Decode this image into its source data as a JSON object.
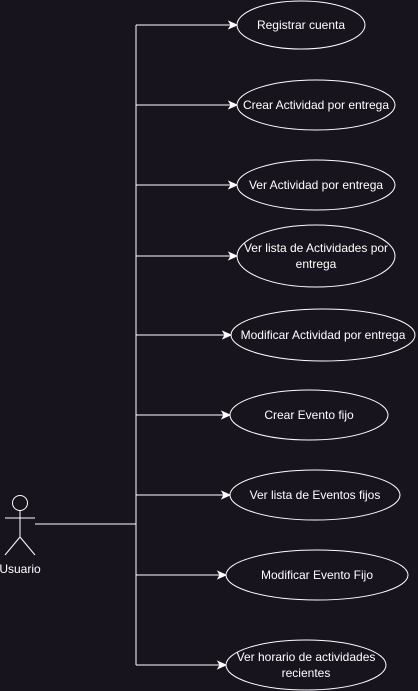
{
  "diagram": {
    "actor": {
      "label": "Usuario"
    },
    "use_cases": [
      {
        "lines": [
          "Registrar cuenta"
        ]
      },
      {
        "lines": [
          "Crear Actividad por entrega"
        ]
      },
      {
        "lines": [
          "Ver Actividad por entrega"
        ]
      },
      {
        "lines": [
          "Ver lista de Actividades por",
          "entrega"
        ]
      },
      {
        "lines": [
          "Modificar Actividad por entrega"
        ]
      },
      {
        "lines": [
          "Crear Evento fijo"
        ]
      },
      {
        "lines": [
          "Ver lista de Eventos fijos"
        ]
      },
      {
        "lines": [
          "Modificar Evento Fijo"
        ]
      },
      {
        "lines": [
          "Ver horario de actividades",
          "recientes"
        ]
      }
    ],
    "colors": {
      "background": "#18141d",
      "stroke": "#ffffff",
      "text": "#ffffff"
    }
  }
}
